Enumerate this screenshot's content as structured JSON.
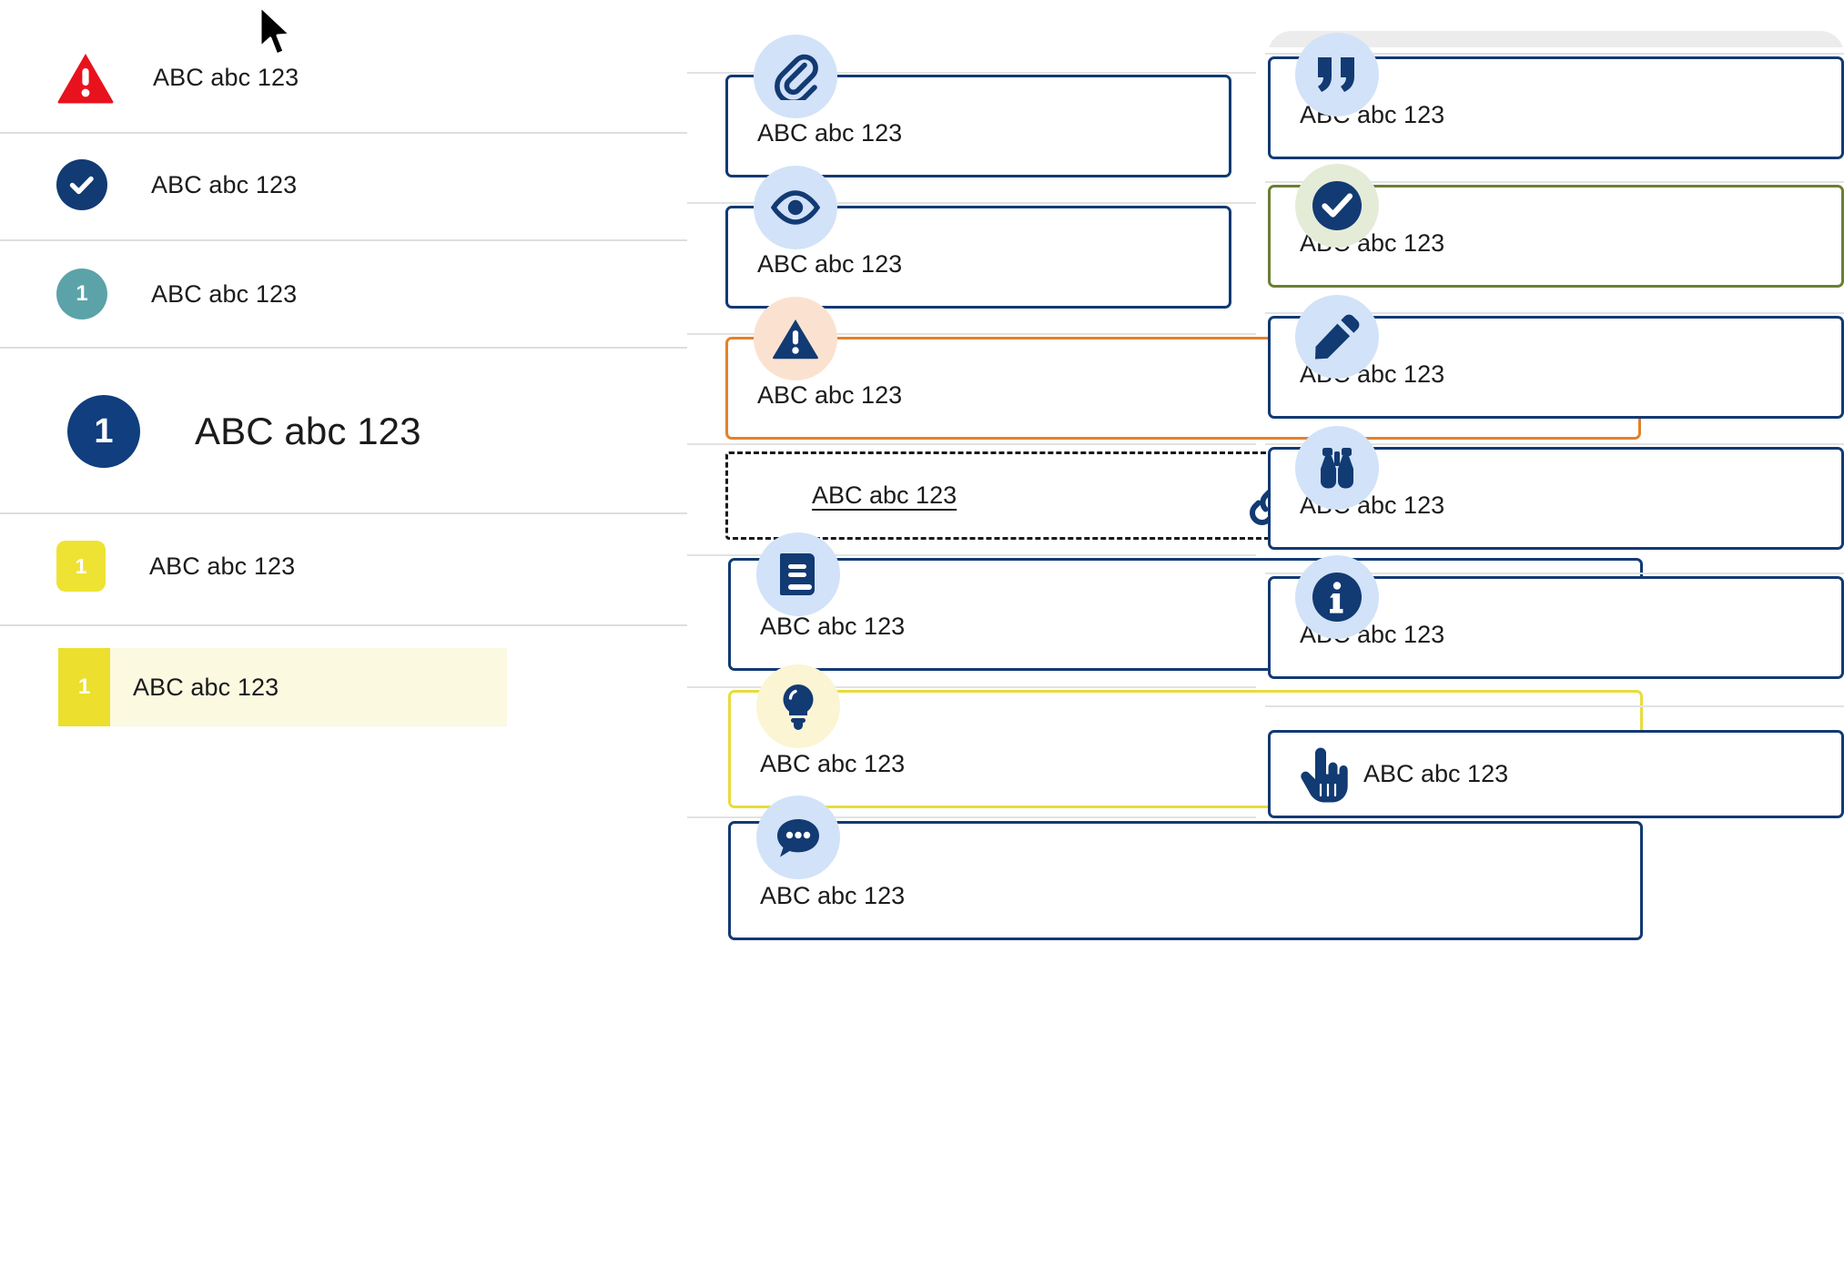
{
  "left_column": {
    "rows": [
      {
        "id": "alert-error",
        "badge_type": "triangle-warning",
        "badge_color": "#e8121d",
        "label": "ABC abc 123"
      },
      {
        "id": "status-success",
        "badge_type": "circle-check",
        "badge_color": "#123a73",
        "label": "ABC abc 123"
      },
      {
        "id": "count-teal",
        "badge_type": "circle-number",
        "badge_color": "#5ba3a8",
        "badge_text": "1",
        "label": "ABC abc 123"
      },
      {
        "id": "count-primary",
        "badge_type": "circle-number-lg",
        "badge_color": "#103e7e",
        "badge_text": "1",
        "label": "ABC abc 123"
      },
      {
        "id": "count-warning",
        "badge_type": "square-number",
        "badge_color": "#eee333",
        "badge_text": "1",
        "label": "ABC abc 123"
      },
      {
        "id": "count-selected",
        "badge_type": "flat-number",
        "badge_color": "#ecdf2e",
        "badge_text": "1",
        "label": "ABC abc 123",
        "highlight": "#fcf9e1"
      }
    ]
  },
  "middle_column": {
    "cards": [
      {
        "id": "attachment",
        "icon": "paperclip-icon",
        "icon_bg": "#d2e2f8",
        "border_color": "#123a73",
        "border_style": "solid",
        "text": "ABC abc 123",
        "underline": false
      },
      {
        "id": "visibility",
        "icon": "eye-icon",
        "icon_bg": "#d2e2f8",
        "border_color": "#123a73",
        "border_style": "solid",
        "text": "ABC abc 123",
        "underline": false
      },
      {
        "id": "warning",
        "icon": "warning-icon",
        "icon_bg": "#fbe2d0",
        "border_color": "#e2822a",
        "border_style": "solid",
        "text": "ABC abc 123",
        "underline": false
      },
      {
        "id": "link",
        "icon": "link-icon",
        "icon_bg": "none",
        "border_color": "#1a1a1a",
        "border_style": "dashed",
        "text": "ABC abc 123",
        "underline": true
      },
      {
        "id": "book",
        "icon": "book-icon",
        "icon_bg": "#d2e2f8",
        "border_color": "#123a73",
        "border_style": "solid",
        "text": "ABC abc 123",
        "underline": false
      },
      {
        "id": "tip",
        "icon": "lightbulb-icon",
        "icon_bg": "#fbf5d4",
        "border_color": "#e8dc3c",
        "border_style": "solid",
        "text": "ABC abc 123",
        "underline": false
      },
      {
        "id": "comment",
        "icon": "comment-icon",
        "icon_bg": "#d2e2f8",
        "border_color": "#123a73",
        "border_style": "solid",
        "text": "ABC abc 123",
        "underline": false
      }
    ]
  },
  "right_column": {
    "cards": [
      {
        "id": "quote",
        "icon": "quote-icon",
        "icon_bg": "#d2e2f8",
        "border_color": "#123a73",
        "border_style": "solid",
        "text": "ABC abc 123"
      },
      {
        "id": "success",
        "icon": "check-circle-icon",
        "icon_bg": "#e4ecd8",
        "border_color": "#6b7f33",
        "border_style": "solid",
        "text": "ABC abc 123"
      },
      {
        "id": "edit",
        "icon": "pencil-icon",
        "icon_bg": "#d2e2f8",
        "border_color": "#123a73",
        "border_style": "solid",
        "text": "ABC abc 123"
      },
      {
        "id": "observe",
        "icon": "binoculars-icon",
        "icon_bg": "#d2e2f8",
        "border_color": "#123a73",
        "border_style": "solid",
        "text": "ABC abc 123"
      },
      {
        "id": "info",
        "icon": "info-icon",
        "icon_bg": "#d2e2f8",
        "border_color": "#123a73",
        "border_style": "solid",
        "text": "ABC abc 123"
      },
      {
        "id": "action",
        "icon": "hand-pointer-icon",
        "icon_bg": "none",
        "border_color": "#123a73",
        "border_style": "solid",
        "text": "ABC abc 123"
      }
    ]
  },
  "cursor": {
    "icon": "mouse-pointer-icon"
  },
  "palette": {
    "brand_navy": "#123a73",
    "deep_navy": "#103e7e",
    "error_red": "#e8121d",
    "teal": "#5ba3a8",
    "warning_yellow": "#eee333",
    "selected_yellow": "#ecdf2e",
    "highlight_bg": "#fcf9e1",
    "orange": "#e2822a",
    "green": "#6b7f33",
    "icon_bubble_blue": "#d2e2f8",
    "icon_bubble_peach": "#fbe2d0",
    "icon_bubble_mint": "#e4ecd8",
    "icon_bubble_cream": "#fbf5d4",
    "divider": "#dedede"
  }
}
